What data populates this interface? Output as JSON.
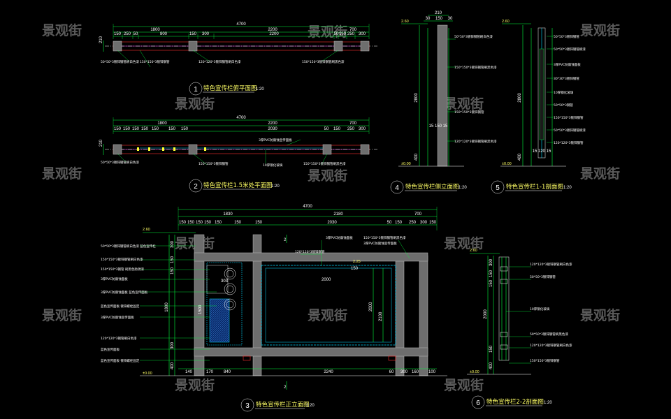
{
  "watermark": "景观街",
  "views": {
    "v1": {
      "num": "1",
      "title": "特色宣传栏俯平面图",
      "scale": "1:20"
    },
    "v2": {
      "num": "2",
      "title": "特色宣传栏1.5米处平面图",
      "scale": "1:20"
    },
    "v3": {
      "num": "3",
      "title": "特色宣传栏正立面图",
      "scale": "1:20"
    },
    "v4": {
      "num": "4",
      "title": "特色宣传栏侧立面图",
      "scale": "1:20"
    },
    "v5": {
      "num": "5",
      "title": "特色宣传栏1-1剖面图",
      "scale": "1:20"
    },
    "v6": {
      "num": "6",
      "title": "特色宣传栏2-2剖面图",
      "scale": "1:20"
    }
  },
  "dims": {
    "total": "4700",
    "v1_row1": [
      "1800",
      "2200",
      "700"
    ],
    "v1_row2": [
      "150",
      "250",
      "50",
      "800",
      "150",
      "300",
      "2200",
      "50",
      "150",
      "250",
      "300"
    ],
    "v2_row2": [
      "150",
      "150",
      "150",
      "150",
      "150",
      "150",
      "150",
      "2030",
      "50",
      "150",
      "250",
      "300"
    ],
    "v3_row1": [
      "1830",
      "2180",
      "700"
    ],
    "v3_row2": [
      "150",
      "150",
      "150",
      "150",
      "150",
      "150",
      "150",
      "2030",
      "50",
      "150",
      "250",
      "300",
      "150"
    ],
    "v3_bottom": [
      "140",
      "170",
      "840",
      "2240",
      "60",
      "300",
      "160",
      "100"
    ],
    "v3_left": [
      "300",
      "150",
      "150",
      "1800",
      "300",
      "400"
    ],
    "v3_inner": [
      "303",
      "1500",
      "2000",
      "2100",
      "2000"
    ],
    "v4_top": [
      "210",
      "30",
      "150",
      "30"
    ],
    "v4_left": [
      "2800",
      "400"
    ],
    "v4_mid": "15 150 15",
    "v5_top": "2.60",
    "v5_left": [
      "2800",
      "400"
    ],
    "v5_bottom": "15 120 15",
    "v6_left": [
      "300",
      "150",
      "150",
      "2000",
      "150",
      "400"
    ],
    "levels": {
      "top": "2.60",
      "base": "±0.00",
      "mid": "2.25"
    },
    "sec_mark": "2"
  },
  "notes": {
    "v1": [
      "50*50*3镀锌钢管刷白色漆",
      "150*150*3镀锌钢管",
      "120*120*3镀锌钢管刷白色漆",
      "150*150*3镀锌钢管刷黑色漆"
    ],
    "v2": [
      "50*50*3镀锌钢管刷白色漆",
      "150*150*3镀锌钢管",
      "10厚钢化玻璃",
      "3厚PVC防腐蚀宣传面板",
      "150*150*3镀锌钢管刷黑色漆"
    ],
    "v3_left": [
      "50*50*3镀锌钢管刷白色漆 蓝色宣传栏",
      "150*150*3镀锌钢管刷白色漆",
      "150*150*3钢管 刷黑色防锈漆",
      "3厚PVC防腐蚀面板",
      "3厚PVC防腐蚀面板 蓝色宣传面板",
      "蓝色宣传面板 镀锌螺栓固定",
      "3厚PVC防腐蚀宣传面板",
      "120*120*3钢管刷白色漆",
      "蓝色宣传面板",
      "蓝色宣传面板 镀锌螺栓固定"
    ],
    "v3_right": [
      "3厚PVC防腐蚀面板",
      "120*120*3镀锌钢管",
      "150*150*3镀锌钢管刷黑色漆",
      "3厚PVC防腐蚀宣传面板"
    ],
    "v4": [
      "50*50*3镀锌钢管刷白色漆",
      "150*150*3镀锌钢管刷黑色漆",
      "150*150*3镀锌钢管",
      "120*120*3镀锌钢管刷黑色漆"
    ],
    "v5": [
      "50*50*3镀锌钢管",
      "50*50*3镀锌钢管刷漆",
      "3厚PVC防腐蚀面板",
      "30*30*3镀锌钢管",
      "10厚钢化玻璃",
      "50*50*3钢管",
      "150*150*3镀锌钢管",
      "50*50*3镀锌钢管刷漆",
      "120*120*3镀锌钢管"
    ],
    "v6": [
      "120*120*3镀锌钢管刷白色漆",
      "50*50*3镀锌钢管",
      "10厚钢化玻璃",
      "50*50*3镀锌钢管刷黑色漆",
      "120*120*3镀锌钢管刷白色漆",
      "150*150*3镀锌钢管"
    ]
  }
}
